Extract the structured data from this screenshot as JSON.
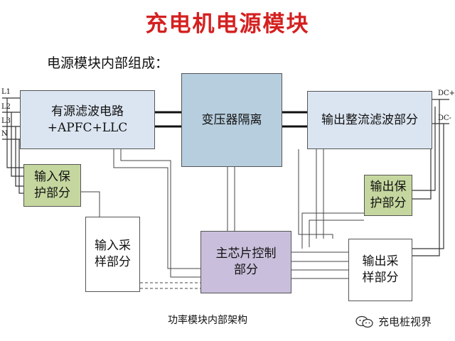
{
  "title": "充电机电源模块",
  "subtitle": "电源模块内部组成：",
  "caption": "功率模块内部架构",
  "watermark": "充电桩视界",
  "inputs": [
    "L1",
    "L2",
    "L3",
    "N"
  ],
  "outputs": [
    "DC+",
    "DC-"
  ],
  "blocks": {
    "filter": "有源滤波电路\n+APFC+LLC",
    "transformer": "变压器隔离",
    "rectifier": "输出整流滤波部分",
    "input_protect": "输入保\n护部分",
    "output_protect": "输出保\n护部分",
    "input_sample": "输入采\n样部分",
    "controller": "主芯片控制\n部分",
    "output_sample": "输出采\n样部分"
  },
  "colors": {
    "title": "#d42020",
    "blue_block": "#dbe5f1",
    "transformer_block": "#b7cede",
    "protect_block": "#c5d79f",
    "controller_block": "#c9bfdc"
  }
}
